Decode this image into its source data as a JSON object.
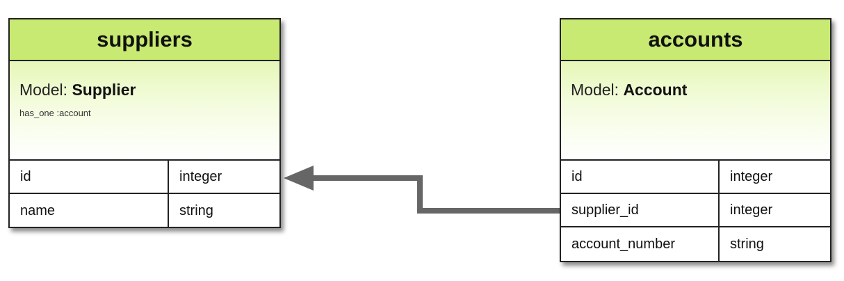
{
  "entities": [
    {
      "table": "suppliers",
      "model_prefix": "Model:",
      "model_name": "Supplier",
      "association": "has_one :account",
      "columns": [
        {
          "name": "id",
          "type": "integer"
        },
        {
          "name": "name",
          "type": "string"
        }
      ]
    },
    {
      "table": "accounts",
      "model_prefix": "Model:",
      "model_name": "Account",
      "association": "",
      "columns": [
        {
          "name": "id",
          "type": "integer"
        },
        {
          "name": "supplier_id",
          "type": "integer"
        },
        {
          "name": "account_number",
          "type": "string"
        }
      ]
    }
  ],
  "relationship": {
    "from": "accounts.supplier_id",
    "to": "suppliers.id",
    "arrow_color": "#666666"
  },
  "colors": {
    "header": "#c8ea72",
    "border": "#222222"
  }
}
